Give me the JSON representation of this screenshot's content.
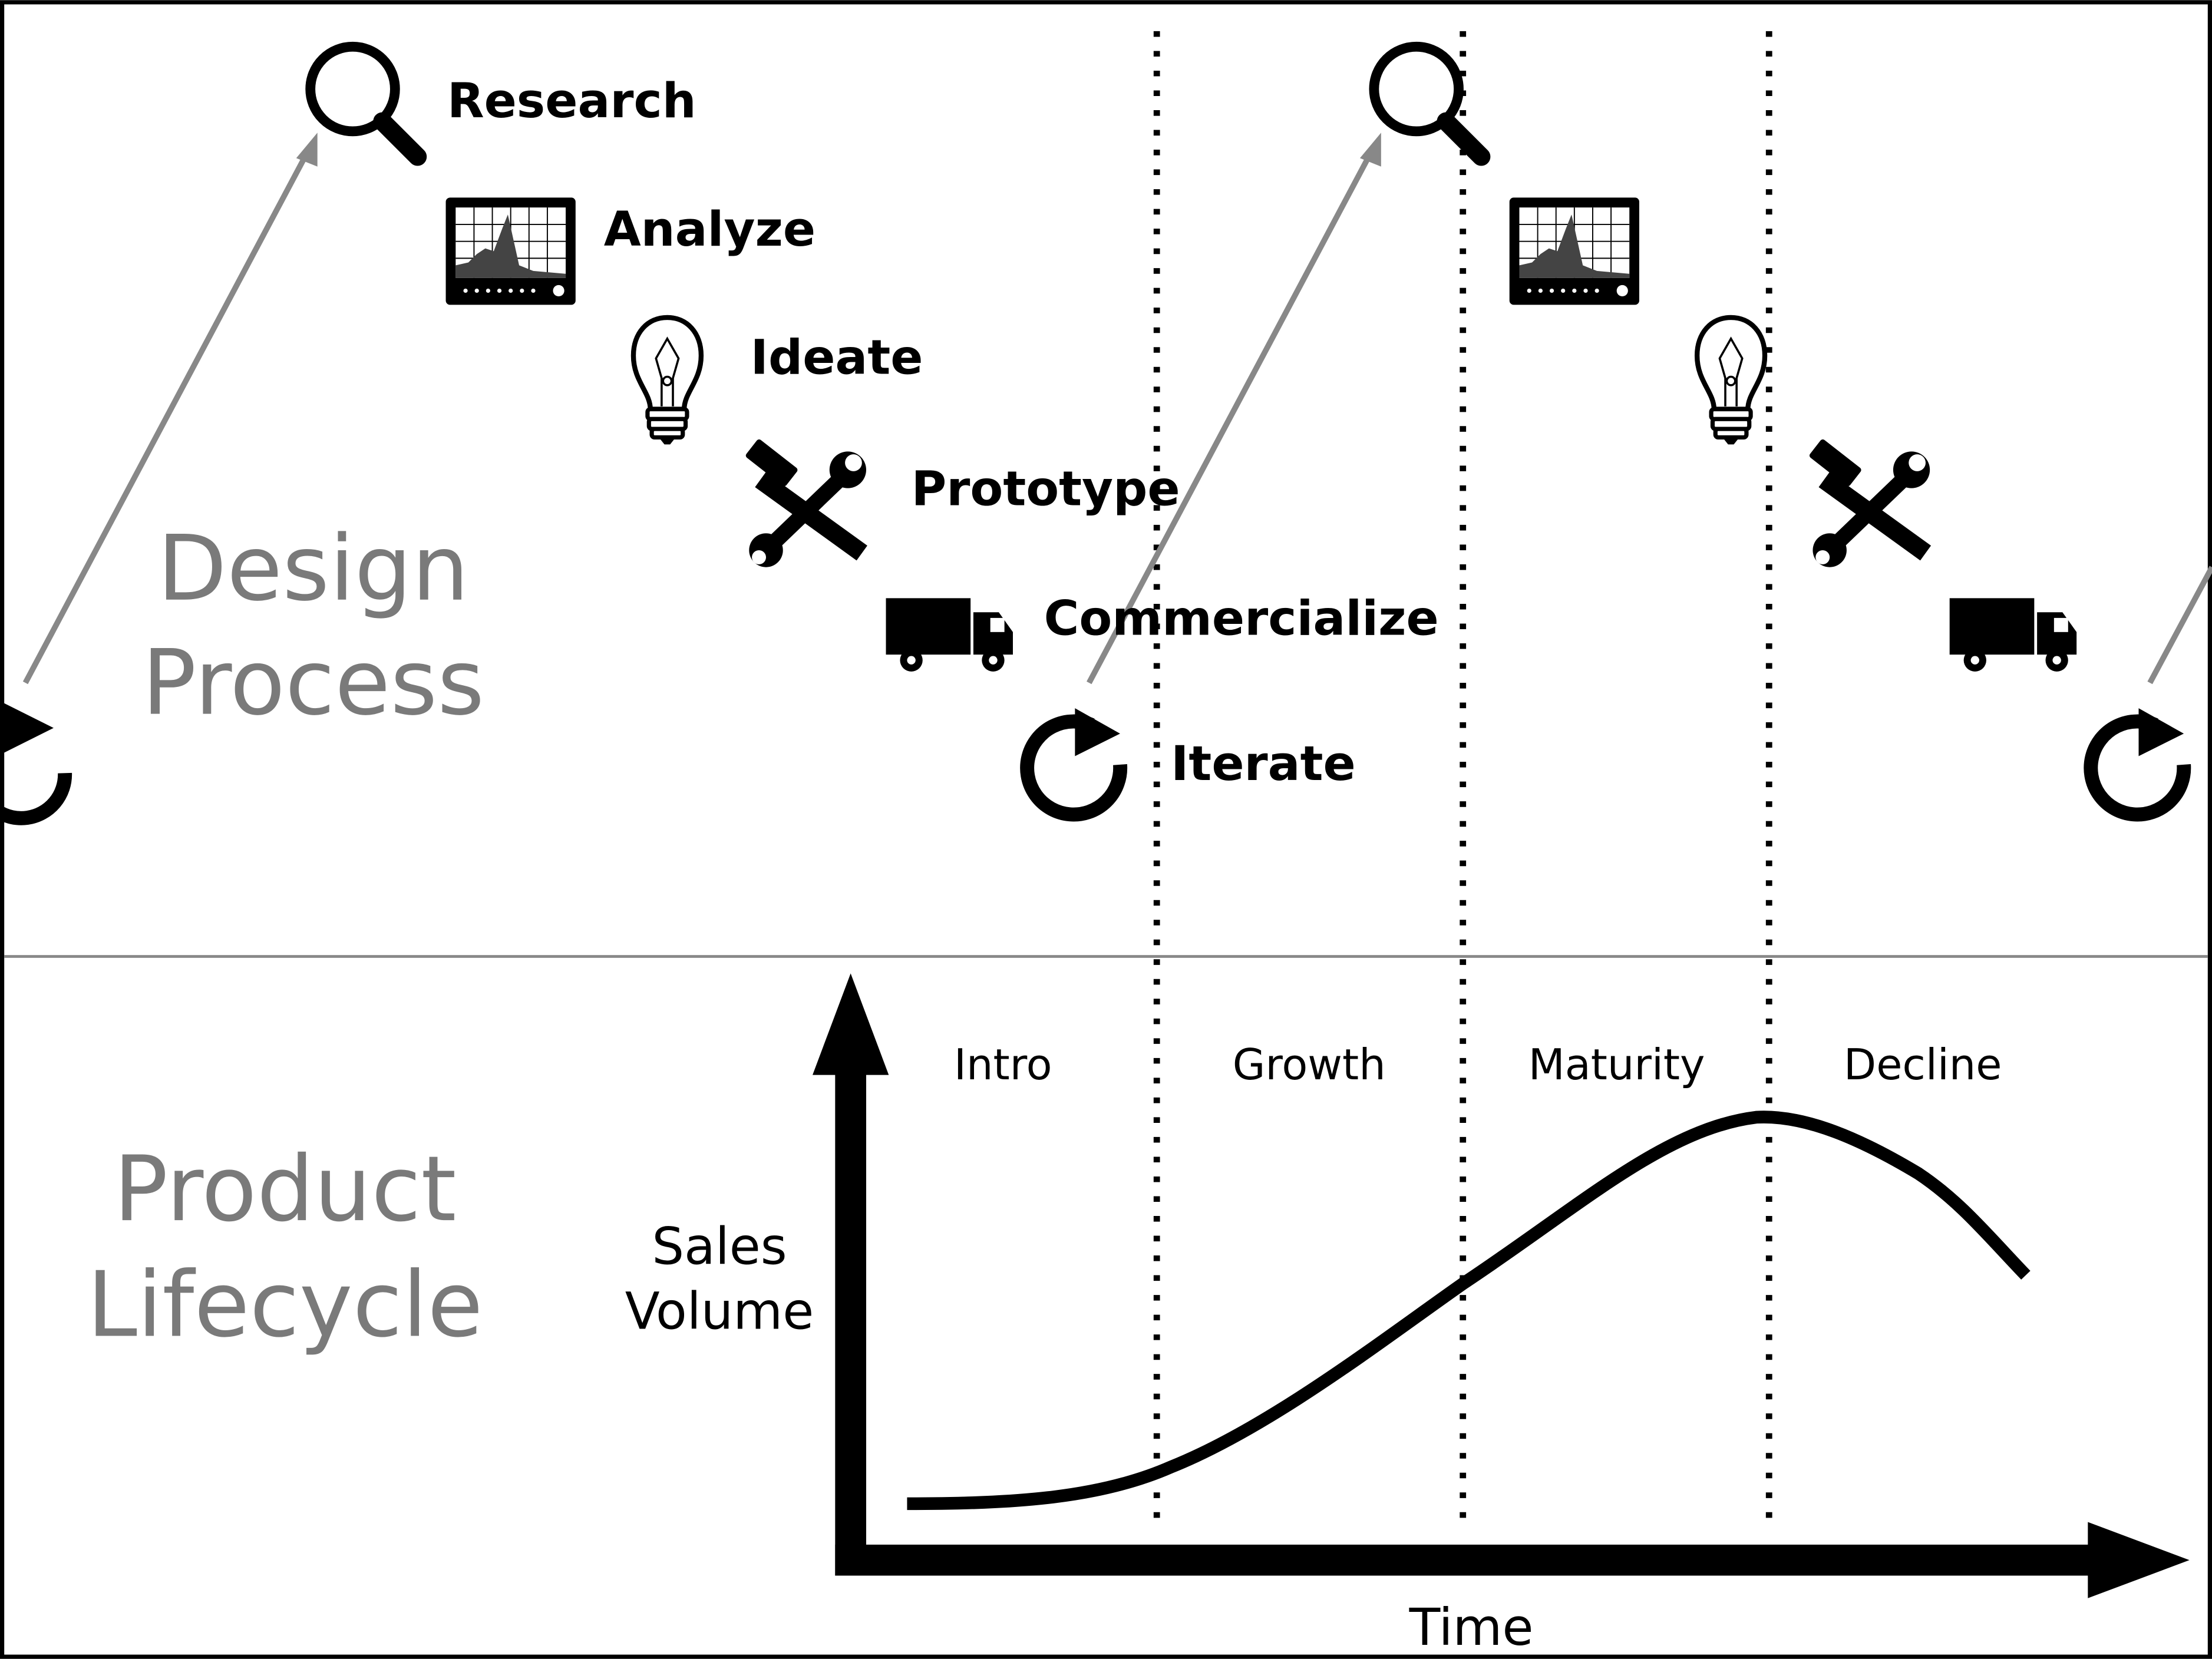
{
  "colors": {
    "black": "#000000",
    "gray_text": "#7a7a7a",
    "gray_arrow": "#888888",
    "divider": "#888888",
    "background": "#ffffff"
  },
  "design": {
    "title_line1": "Design",
    "title_line2": "Process",
    "steps": [
      {
        "label": "Research",
        "icon": "magnifier-icon"
      },
      {
        "label": "Analyze",
        "icon": "monitor-chart-icon"
      },
      {
        "label": "Ideate",
        "icon": "lightbulb-icon"
      },
      {
        "label": "Prototype",
        "icon": "tools-icon"
      },
      {
        "label": "Commercialize",
        "icon": "truck-icon"
      },
      {
        "label": "Iterate",
        "icon": "refresh-icon"
      }
    ]
  },
  "lifecycle": {
    "title_line1": "Product",
    "title_line2": "Lifecycle",
    "ylabel_line1": "Sales",
    "ylabel_line2": "Volume",
    "xlabel": "Time",
    "phases": [
      "Intro",
      "Growth",
      "Maturity",
      "Decline"
    ]
  }
}
